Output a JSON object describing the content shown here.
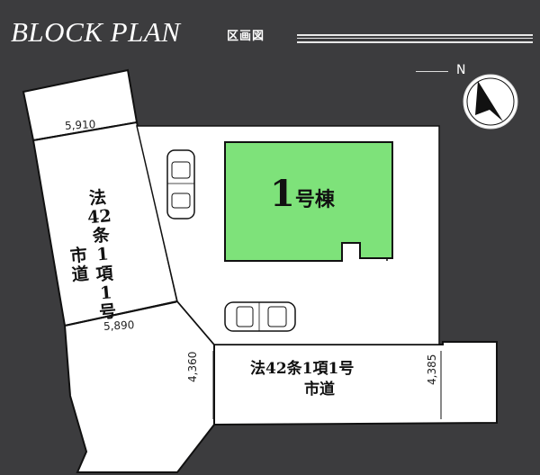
{
  "header": {
    "title": "BLOCK PLAN",
    "subtitle": "区画図"
  },
  "compass": {
    "north_label": "N"
  },
  "roads": {
    "left_road_text": "法\n42\n条\n1\n項\n1\n号",
    "left_road_secondary": "市\n道",
    "bottom_road_line1": "法42条1項1号",
    "bottom_road_line2": "市道"
  },
  "dimensions": {
    "road_width_top": "5,910",
    "road_width_bottom": "5,890",
    "road_width_left_vertical": "4,360",
    "road_width_right_vertical": "4,385"
  },
  "building": {
    "number": "1",
    "suffix": "号棟",
    "fill_color": "#7ee27a"
  },
  "colors": {
    "background": "#3c3c3e",
    "lot": "#ffffff",
    "road": "#ffffff",
    "building": "#7ee27a",
    "line": "#111111"
  }
}
